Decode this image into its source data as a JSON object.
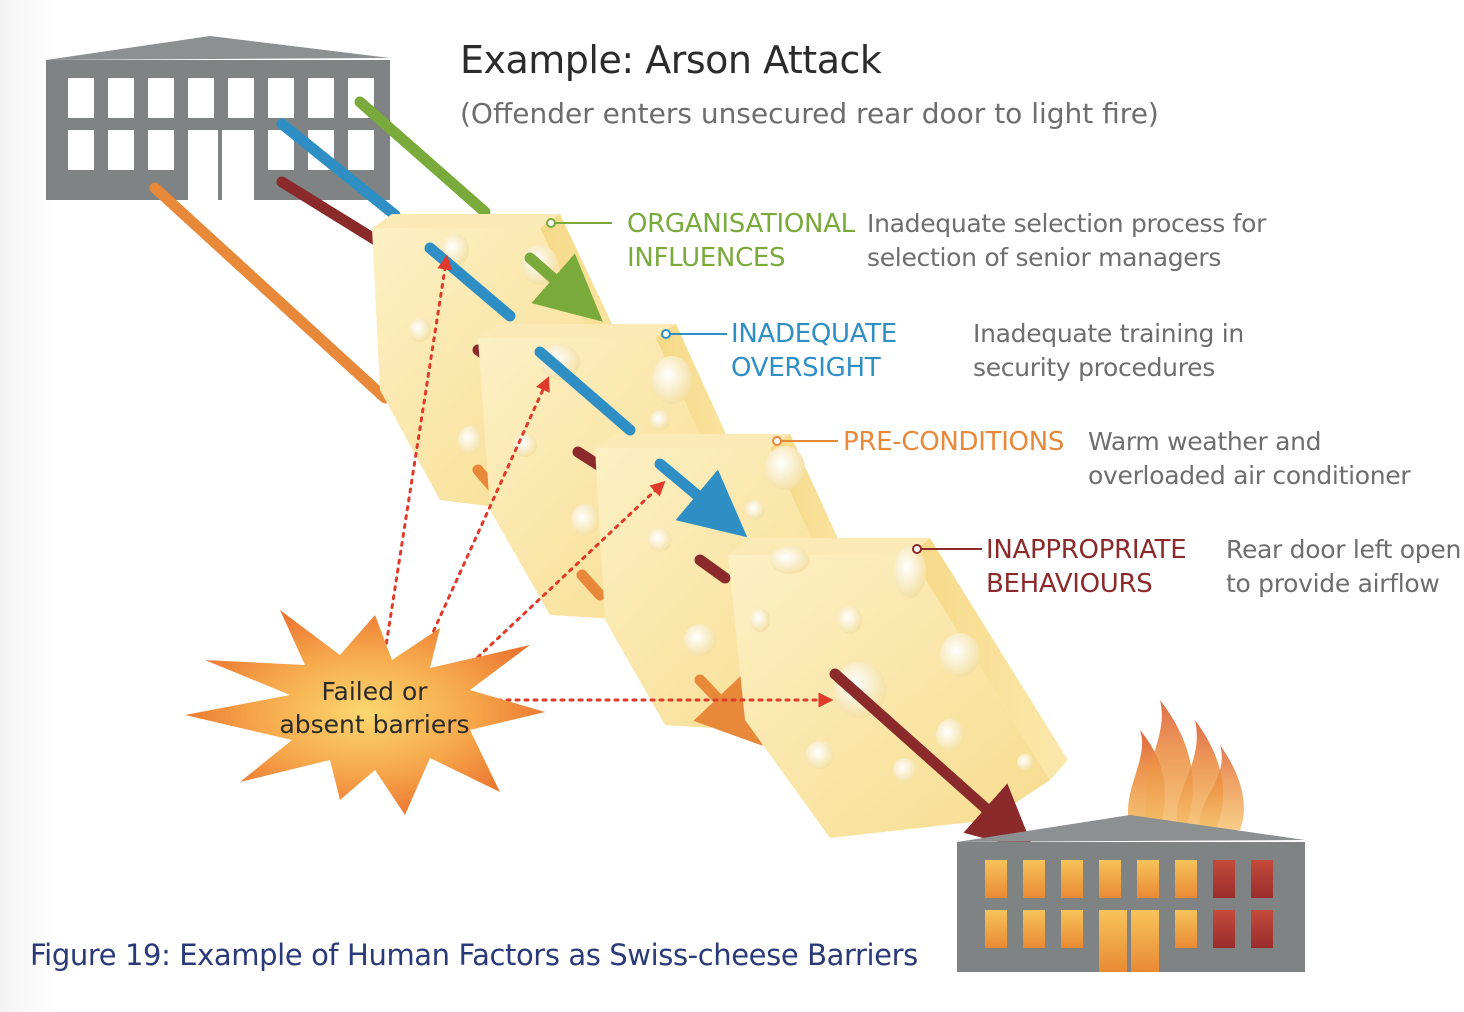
{
  "title": "Example: Arson Attack",
  "subtitle": "(Offender enters unsecured rear door to light fire)",
  "layers": [
    {
      "name_line1": "ORGANISATIONAL",
      "name_line2": "INFLUENCES",
      "desc_line1": "Inadequate selection process for",
      "desc_line2": "selection of senior managers",
      "color": "#7aaa3c"
    },
    {
      "name_line1": "INADEQUATE",
      "name_line2": "OVERSIGHT",
      "desc_line1": "Inadequate training in",
      "desc_line2": "security procedures",
      "color": "#2f8fc4"
    },
    {
      "name_line1": "PRE-CONDITIONS",
      "name_line2": "",
      "desc_line1": "Warm weather and",
      "desc_line2": "overloaded air conditioner",
      "color": "#e8893a"
    },
    {
      "name_line1": "INAPPROPRIATE",
      "name_line2": "BEHAVIOURS",
      "desc_line1": "Rear door left open",
      "desc_line2": "to provide airflow",
      "color": "#8b2a2a"
    }
  ],
  "starburst": {
    "line1": "Failed or",
    "line2": "absent barriers"
  },
  "caption": "Figure 19: Example of Human Factors as Swiss-cheese Barriers",
  "colors": {
    "green": "#7aaa3c",
    "blue": "#2f8fc4",
    "orange": "#e8893a",
    "maroon": "#8b2a2a",
    "building": "#7f8384",
    "cheese": "#fbe6a4",
    "dotted": "#e03a2a"
  }
}
